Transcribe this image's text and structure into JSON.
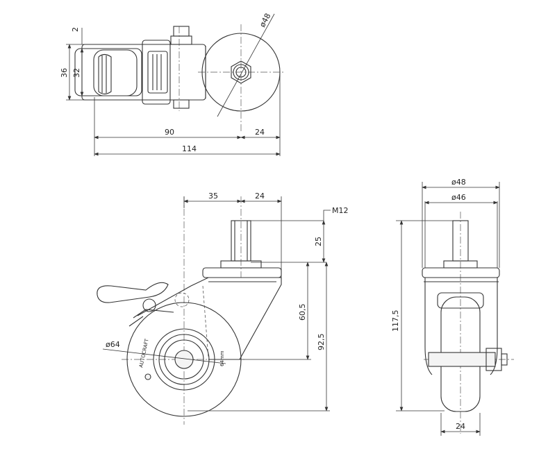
{
  "top_view": {
    "dim_2": "2",
    "dim_36": "36",
    "dim_32": "32",
    "dim_dia48": "ø48",
    "dim_90": "90",
    "dim_24": "24",
    "dim_114": "114"
  },
  "side_view": {
    "dim_35": "35",
    "dim_24": "24",
    "thread": "M12",
    "dim_25": "25",
    "dim_60_5": "60,5",
    "dim_92_5": "92,5",
    "dim_dia64": "ø64",
    "wheel_brand": "AUTOCRAFT",
    "wheel_size_mark": "64mm"
  },
  "front_view": {
    "dim_dia48": "ø48",
    "dim_dia46": "ø46",
    "dim_117_5": "117,5",
    "dim_24": "24"
  }
}
